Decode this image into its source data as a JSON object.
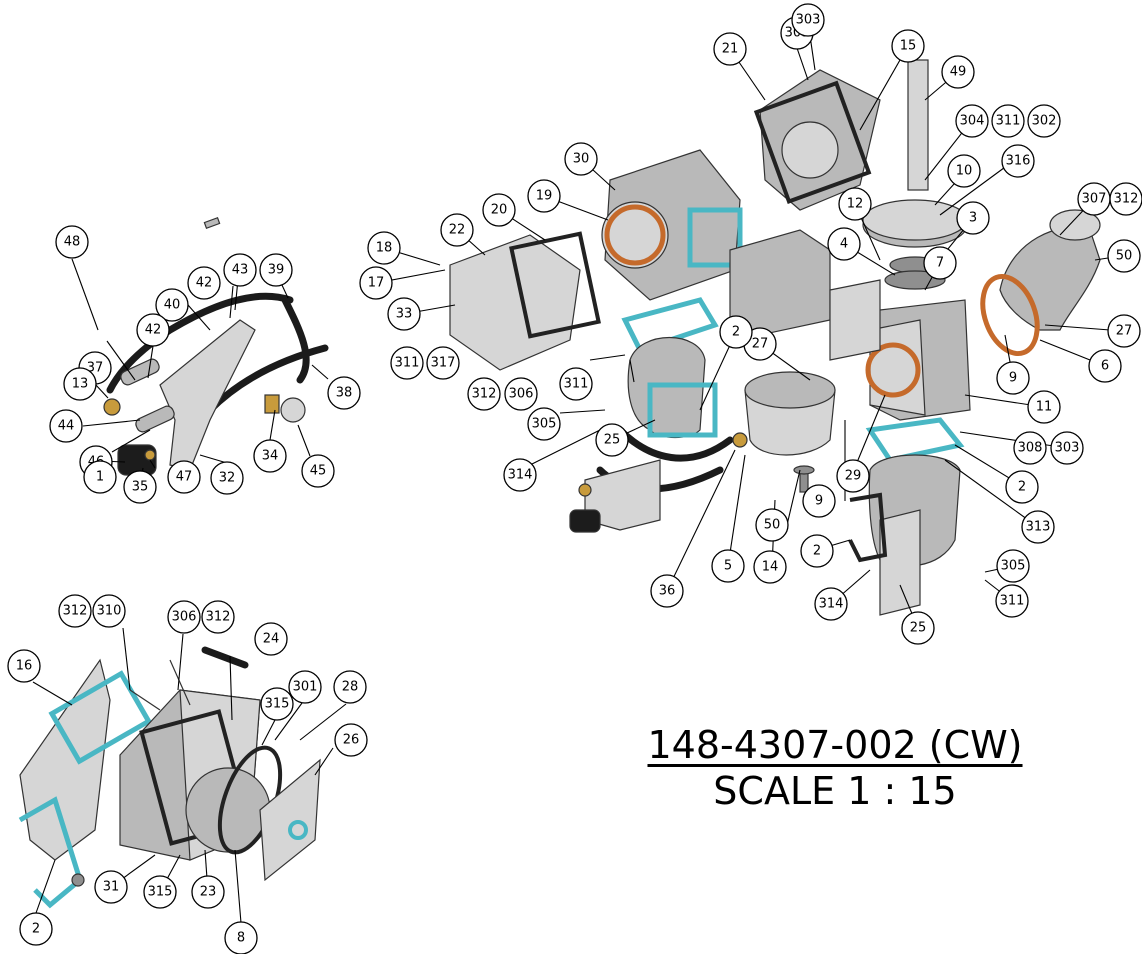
{
  "title_block": {
    "drawing_number": "148-4307-002 (CW)",
    "scale": "SCALE 1 : 15"
  },
  "callouts": [
    "1",
    "2",
    "3",
    "4",
    "5",
    "6",
    "7",
    "8",
    "9",
    "10",
    "11",
    "12",
    "13",
    "14",
    "15",
    "16",
    "17",
    "18",
    "19",
    "20",
    "21",
    "22",
    "23",
    "24",
    "25",
    "26",
    "27",
    "28",
    "29",
    "30",
    "31",
    "32",
    "33",
    "34",
    "35",
    "36",
    "37",
    "38",
    "39",
    "40",
    "42",
    "43",
    "44",
    "45",
    "46",
    "47",
    "48",
    "49",
    "50",
    "301",
    "302",
    "303",
    "304",
    "305",
    "306",
    "307",
    "308",
    "309",
    "310",
    "311",
    "312",
    "313",
    "314",
    "315",
    "316",
    "317"
  ],
  "colors": {
    "gasket": "#49b7c4",
    "metal": "#b9b9b9",
    "hose": "#1b1b1b",
    "brass": "#c89b3c"
  }
}
